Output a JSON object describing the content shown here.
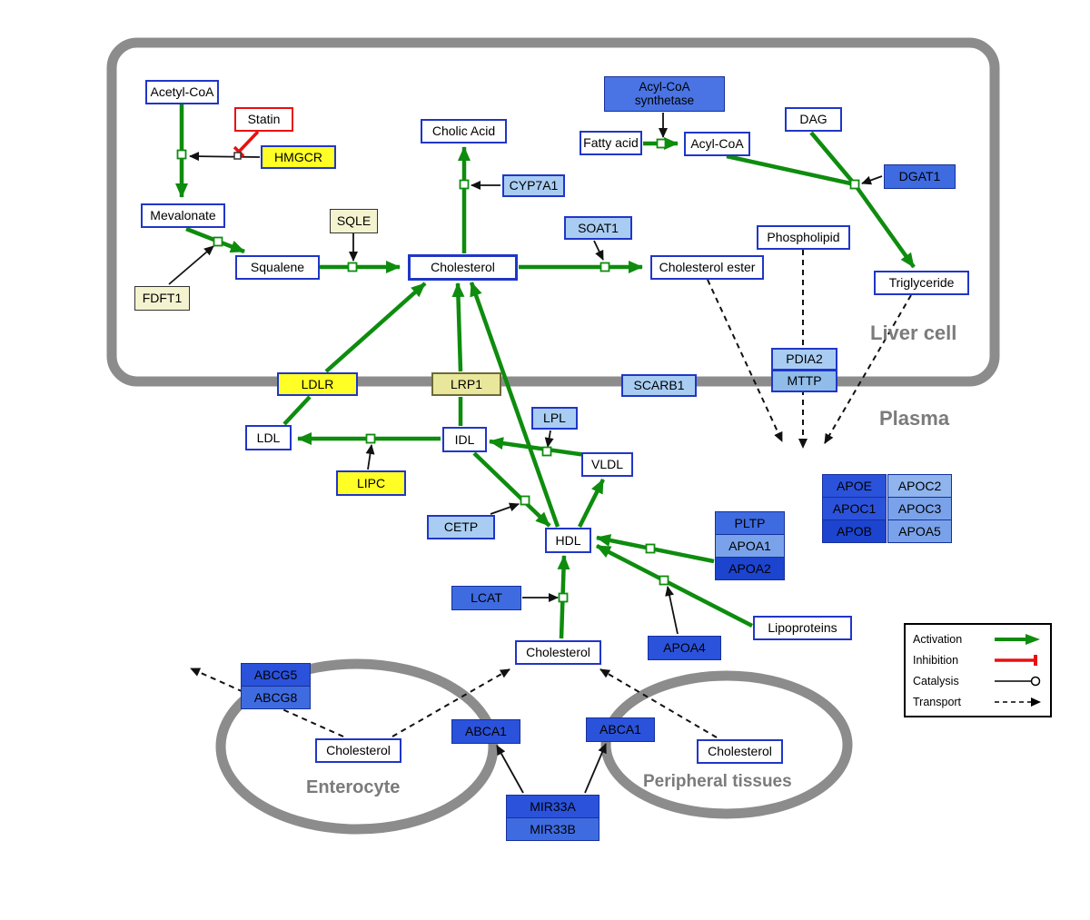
{
  "compartments": {
    "liver": "Liver cell",
    "plasma": "Plasma",
    "enterocyte": "Enterocyte",
    "peripheral": "Peripheral tissues"
  },
  "legend": {
    "activation": "Activation",
    "inhibition": "Inhibition",
    "catalysis": "Catalysis",
    "transport": "Transport"
  },
  "nodes": {
    "acetyl_coa": "Acetyl-CoA",
    "statin": "Statin",
    "hmgcr": "HMGCR",
    "mevalonate": "Mevalonate",
    "sqle": "SQLE",
    "squalene": "Squalene",
    "fdft1": "FDFT1",
    "cholic_acid": "Cholic Acid",
    "cyp7a1": "CYP7A1",
    "cholesterol_liver": "Cholesterol",
    "soat1": "SOAT1",
    "cholesterol_ester": "Cholesterol ester",
    "acyl_coa_synthetase": "Acyl-CoA\nsynthetase",
    "fatty_acid": "Fatty acid",
    "acyl_coa": "Acyl-CoA",
    "dag": "DAG",
    "dgat1": "DGAT1",
    "phospholipid": "Phospholipid",
    "triglyceride": "Triglyceride",
    "ldlr": "LDLR",
    "lrp1": "LRP1",
    "scarb1": "SCARB1",
    "pdia2": "PDIA2",
    "mttp": "MTTP",
    "ldl": "LDL",
    "idl": "IDL",
    "lpl": "LPL",
    "vldl": "VLDL",
    "lipc": "LIPC",
    "cetp": "CETP",
    "hdl": "HDL",
    "pltp": "PLTP",
    "apoa1": "APOA1",
    "apoa2": "APOA2",
    "apoe": "APOE",
    "apoc2": "APOC2",
    "apoc1": "APOC1",
    "apoc3": "APOC3",
    "apob": "APOB",
    "apoa5": "APOA5",
    "lcat": "LCAT",
    "apoa4": "APOA4",
    "lipoproteins": "Lipoproteins",
    "cholesterol_plasma": "Cholesterol",
    "abcg5": "ABCG5",
    "abcg8": "ABCG8",
    "cholesterol_enterocyte": "Cholesterol",
    "abca1_enterocyte": "ABCA1",
    "abca1_peripheral": "ABCA1",
    "cholesterol_peripheral": "Cholesterol",
    "mir33a": "MIR33A",
    "mir33b": "MIR33B"
  },
  "colors": {
    "activation_green": "#0e8c0e",
    "inhibition_red": "#e81010",
    "membrane_gray": "#8c8c8c",
    "gene_dark_blue": "#2b52da",
    "gene_light_blue": "#a9cdf2",
    "metabolite_border_blue": "#2036c8",
    "highlight_yellow": "#ffff26"
  }
}
